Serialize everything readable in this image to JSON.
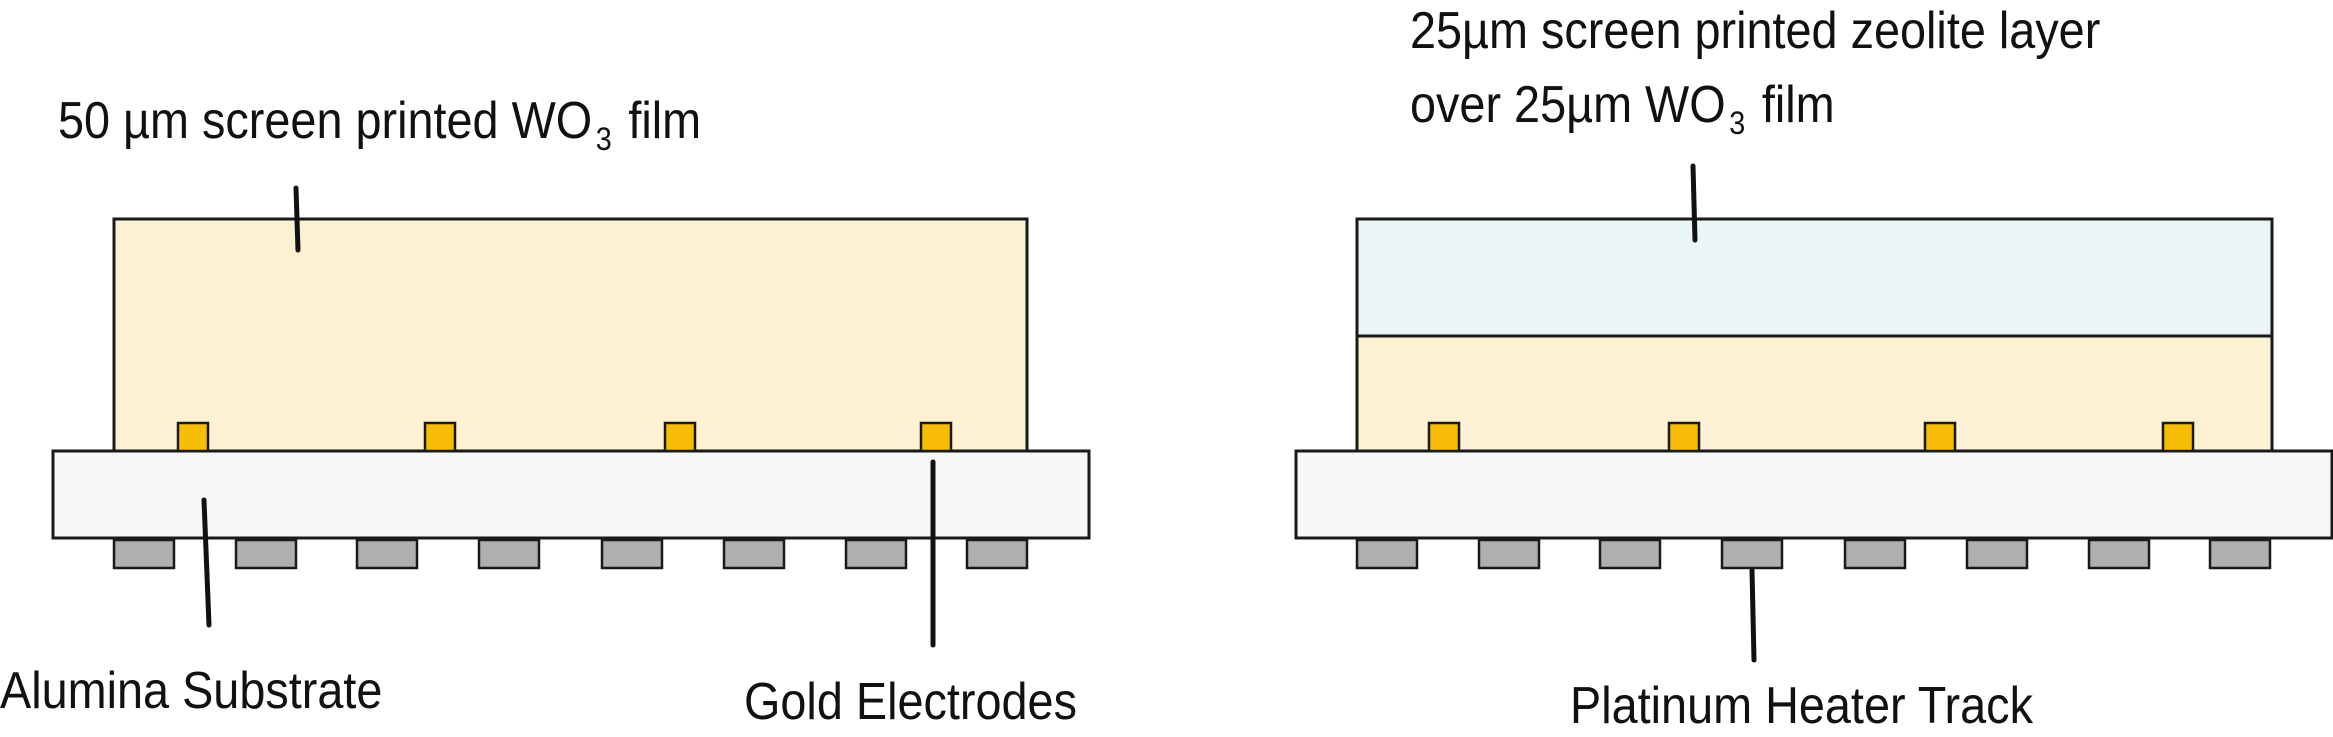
{
  "colors": {
    "wo3_film": "#fdf1d3",
    "zeolite_layer": "#ebf5f6",
    "alumina_substrate": "#f6f8f8",
    "gold_electrode": "#f8be07",
    "platinum_heater": "#afafaf",
    "outline": "#1a1a1a"
  },
  "left_sensor": {
    "film_label": {
      "before_sub": "50 µm screen printed WO",
      "subscript": "3",
      "after_sub": " film"
    },
    "substrate_label": "Alumina Substrate",
    "electrodes_label": "Gold Electrodes",
    "electrode_count": 4,
    "heater_segment_count": 8
  },
  "right_sensor": {
    "zeolite_label_line1": "25µm screen printed zeolite layer",
    "zeolite_label_line2": {
      "before_sub": "over 25µm WO",
      "subscript": "3",
      "after_sub": " film"
    },
    "heater_label": "Platinum Heater Track",
    "electrode_count": 4,
    "heater_segment_count": 8
  }
}
